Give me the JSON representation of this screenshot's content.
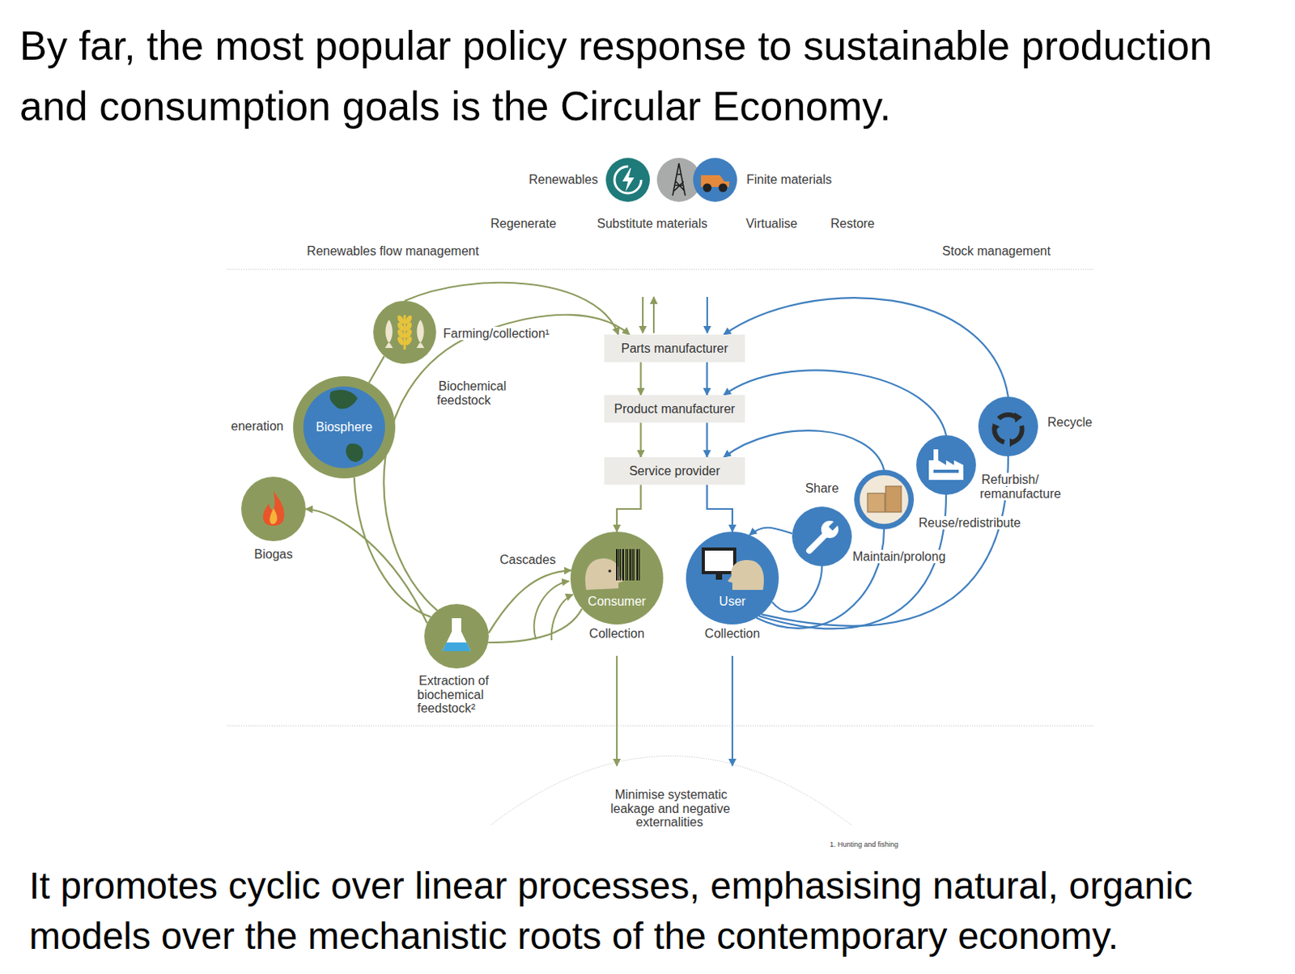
{
  "diagram": {
    "title": "By far, the most popular policy response to sustainable production and consumption goals is the Circular Economy.",
    "caption": "It promotes cyclic over linear processes, emphasising natural, organic models over the mechanistic roots of the contemporary economy.",
    "nodes": [
      {
        "text": [
          "Renewables"
        ]
      },
      {
        "text": [
          "Finite materials"
        ]
      },
      {
        "text": [
          "Parts manufacturer"
        ]
      },
      {
        "text": [
          "Product manufacturer"
        ]
      },
      {
        "text": [
          "Service provider"
        ]
      },
      {
        "text": [
          "Farming/collection¹"
        ]
      },
      {
        "text": [
          "Biosphere"
        ]
      },
      {
        "text": [
          "Biogas"
        ]
      },
      {
        "text": [
          "Extraction of biochemical feedstock²"
        ]
      },
      {
        "text": [
          "Consumer",
          "Collection"
        ]
      },
      {
        "text": [
          "User",
          "Collection"
        ]
      },
      {
        "text": [
          "Share"
        ]
      },
      {
        "text": [
          "Maintain/prolong"
        ]
      },
      {
        "text": [
          "Refurbish/ remanufacture"
        ]
      },
      {
        "text": [
          "Recycle"
        ]
      }
    ],
    "edges": [
      {
        "from": 2,
        "to": 3,
        "arrow": "to"
      },
      {
        "from": 2,
        "to": 3,
        "arrow": "to"
      },
      {
        "from": 3,
        "to": 4,
        "arrow": "to"
      },
      {
        "from": 3,
        "to": 4,
        "arrow": "to"
      },
      {
        "from": 4,
        "to": 9,
        "arrow": "to"
      },
      {
        "from": 4,
        "to": 10,
        "arrow": "to"
      },
      {
        "from": 5,
        "to": 2,
        "arrow": "to"
      },
      {
        "from": 8,
        "to": 2,
        "arrow": "to"
      },
      {
        "from": 6,
        "to": 5,
        "arrow": "none"
      },
      {
        "from": 6,
        "to": 8,
        "arrow": "none"
      },
      {
        "from": 8,
        "to": 7,
        "arrow": "to"
      },
      {
        "from": 8,
        "to": 9,
        "arrow": "to"
      },
      {
        "from": 9,
        "to": 8,
        "arrow": "none"
      },
      {
        "from": 11,
        "to": 10,
        "arrow": "to"
      },
      {
        "from": 10,
        "to": 11,
        "arrow": "none"
      },
      {
        "from": 10,
        "to": 12,
        "arrow": "none"
      },
      {
        "from": 12,
        "to": 4,
        "arrow": "to"
      },
      {
        "from": 10,
        "to": 13,
        "arrow": "none"
      },
      {
        "from": 13,
        "to": 3,
        "arrow": "to"
      },
      {
        "from": 10,
        "to": 14,
        "arrow": "none"
      },
      {
        "from": 14,
        "to": 2,
        "arrow": "to"
      }
    ],
    "labels": [
      "Regenerate",
      "Substitute materials",
      "Virtualise",
      "Restore",
      "Renewables flow management",
      "Stock management",
      "eneration",
      "Biochemical feedstock",
      "Cascades",
      "Reuse/redistribute",
      "Minimise systematic leakage and negative externalities",
      "1. Hunting and fishing"
    ]
  }
}
